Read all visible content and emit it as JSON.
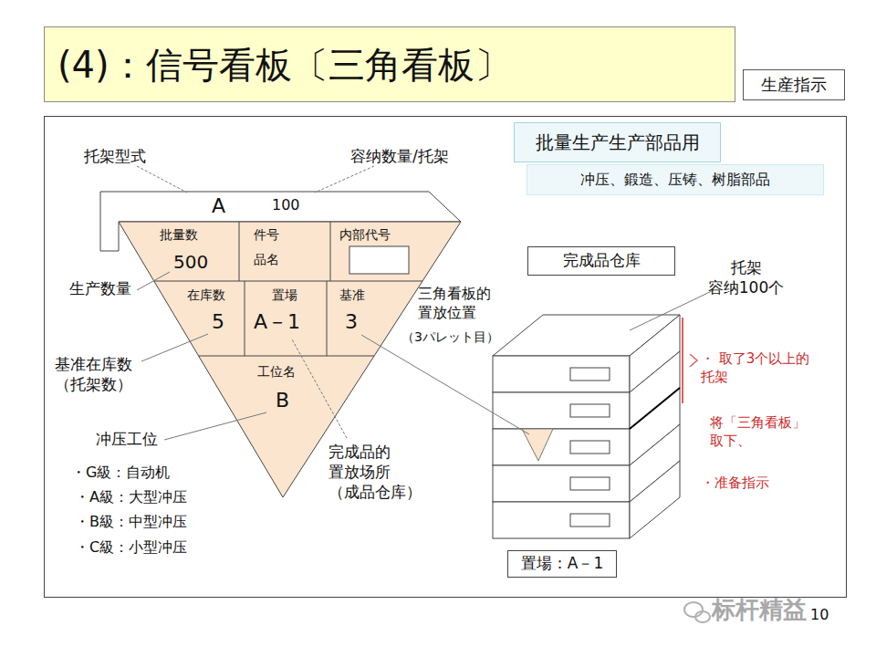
{
  "diagram": {
    "nodes": [
      {
        "text": [
          "(4)：信号看板〔三角看板〕"
        ]
      },
      {
        "text": [
          "生産指示"
        ]
      },
      {
        "text": [
          "批量生产生产部品用"
        ]
      },
      {
        "text": [
          "冲压、鍛造、压铸、树脂部品"
        ]
      },
      {
        "text": [
          "A",
          "100",
          "批量数",
          "500",
          "件号",
          "品名",
          "内部代号",
          "在库数",
          "5",
          "置場",
          "A－1",
          "基准",
          "3",
          "工位名",
          "B"
        ]
      },
      {
        "text": [
          "完成品仓库"
        ]
      },
      {
        "text": [
          "置場：A－1"
        ]
      }
    ],
    "labels": [
      "托架型式",
      "容纳数量/托架",
      "生产数量",
      "基准在库数 （托架数）",
      "三角看板的 置放位置",
      "（3パレット目）",
      "冲压工位",
      "・G級：自动机",
      "・A級：大型冲压",
      "・B級：中型冲压",
      "・C級：小型冲压",
      "完成品的 置放场所 （成品仓库）",
      "托架 容纳100个",
      "・ 取了3个以上的 托架",
      "将「三角看板」 取下、",
      "・准备指示",
      "标杆精益",
      "10"
    ]
  }
}
